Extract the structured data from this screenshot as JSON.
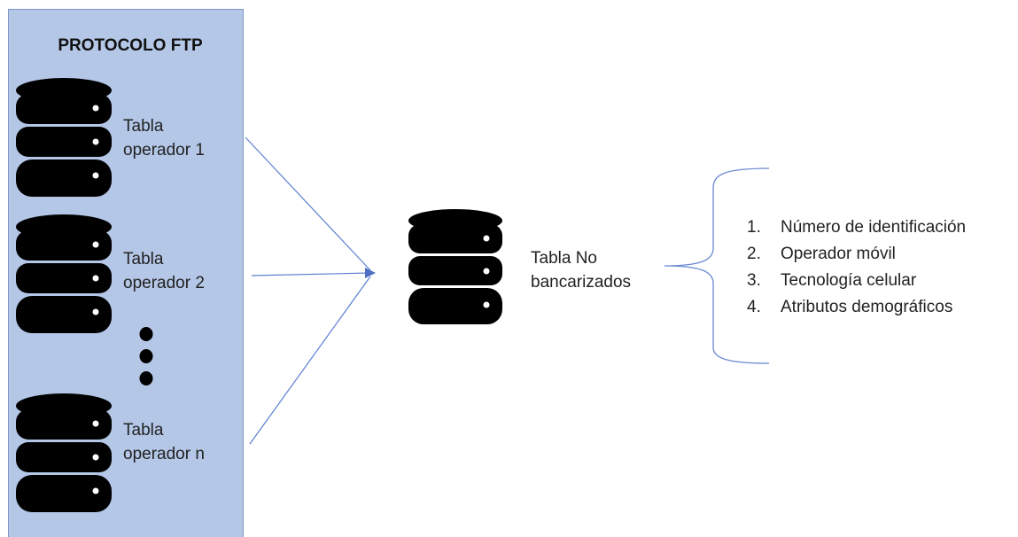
{
  "panel": {
    "title": "PROTOCOLO FTP",
    "fill_color": "#b4c7e7",
    "border_color": "#7f97c6"
  },
  "sources": [
    {
      "label_line1": "Tabla",
      "label_line2": "operador 1",
      "icon": "database-icon"
    },
    {
      "label_line1": "Tabla",
      "label_line2": "operador 2",
      "icon": "database-icon"
    },
    {
      "label_line1": "Tabla",
      "label_line2": "operador n",
      "icon": "database-icon"
    }
  ],
  "ellipsis_icon": "vertical-ellipsis-icon",
  "target": {
    "label_line1": "Tabla No",
    "label_line2": "bancarizados",
    "icon": "database-icon"
  },
  "connector_color": "#5b7fd0",
  "attributes": [
    {
      "num": "1.",
      "text": "Número de identificación"
    },
    {
      "num": "2.",
      "text": "Operador móvil"
    },
    {
      "num": "3.",
      "text": "Tecnología celular"
    },
    {
      "num": "4.",
      "text": "Atributos demográficos"
    }
  ],
  "brace_icon": "left-curly-brace-icon"
}
